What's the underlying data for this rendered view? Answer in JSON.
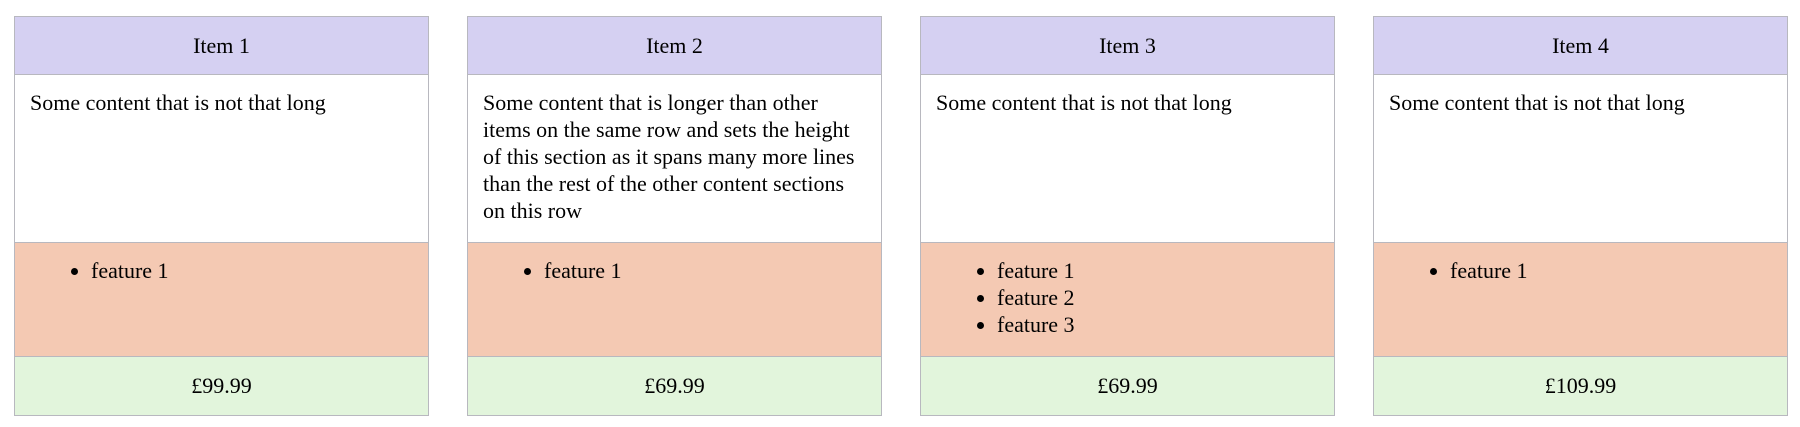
{
  "items": [
    {
      "title": "Item 1",
      "content": "Some content that is not that long",
      "features": [
        "feature 1"
      ],
      "price": "£99.99"
    },
    {
      "title": "Item 2",
      "content": "Some content that is longer than other items on the same row and sets the height of this section as it spans many more lines than the rest of the other content sections on this row",
      "features": [
        "feature 1"
      ],
      "price": "£69.99"
    },
    {
      "title": "Item 3",
      "content": "Some content that is not that long",
      "features": [
        "feature 1",
        "feature 2",
        "feature 3"
      ],
      "price": "£69.99"
    },
    {
      "title": "Item 4",
      "content": "Some content that is not that long",
      "features": [
        "feature 1"
      ],
      "price": "£109.99"
    }
  ],
  "colors": {
    "title_bg": "#d5d0f2",
    "features_bg": "#f4c9b3",
    "price_bg": "#e2f5dc",
    "border": "#b8b8bf"
  }
}
